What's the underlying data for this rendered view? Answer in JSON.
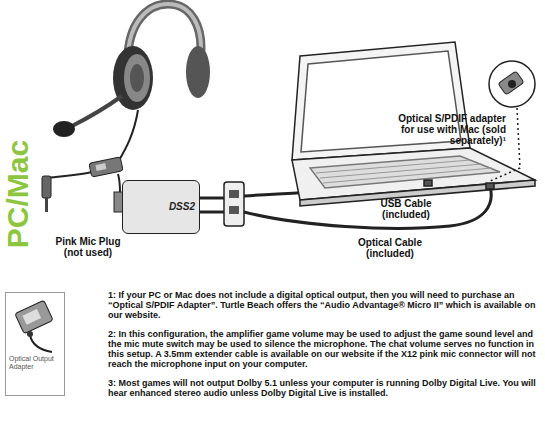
{
  "diagram": {
    "title": "PC/Mac",
    "nodes": [
      {
        "text": [
          "DSS2"
        ]
      },
      {
        "text": [
          "Optical Output Adapter"
        ]
      }
    ],
    "labels": [
      "Pink Mic Plug (not used)",
      "USB Cable (included)",
      "Optical Cable (included)",
      "Optical S/PDIF adapter for use with Mac (sold separately)¹",
      "1: If your PC or Mac does not include a digital optical output, then you will need to purchase an “Optical S/PDIF Adapter”. Turtle Beach offers the “Audio Advantage® Micro II” which is available on our website.",
      "2: In this configuration, the amplifier game volume may be used to adjust the game sound level and the mic mute switch may be used to silence the microphone. The chat volume serves no function in this setup. A 3.5mm extender cable is available on our website if the X12 pink mic connector will not reach the microphone input on your computer.",
      "3: Most games will not output Dolby 5.1 unless your computer is running Dolby Digital Live. You will hear enhanced stereo audio unless Dolby Digital Live is installed."
    ]
  }
}
